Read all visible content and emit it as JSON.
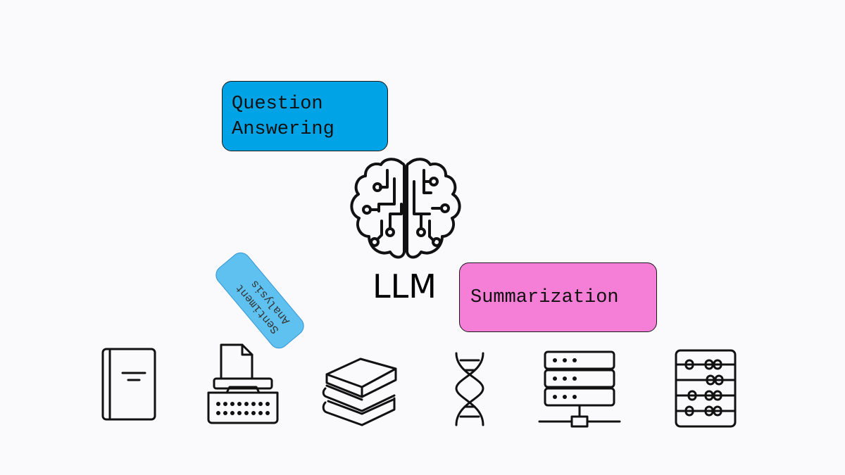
{
  "diagram": {
    "center": {
      "label": "LLM",
      "icon": "brain-circuit-icon"
    },
    "tasks": [
      {
        "name": "question-answering",
        "lines": [
          "Question",
          "Answering"
        ],
        "color": "#00a3e6"
      },
      {
        "name": "summarization",
        "lines": [
          "Summarization"
        ],
        "color": "#f57ed6"
      },
      {
        "name": "sentiment-analysis",
        "lines": [
          "Sentiment",
          "Analysis"
        ],
        "color": "#56bff0"
      }
    ],
    "bottom_icons": [
      "book-icon",
      "typewriter-icon",
      "book-stack-icon",
      "dna-icon",
      "server-network-icon",
      "abacus-icon"
    ]
  }
}
